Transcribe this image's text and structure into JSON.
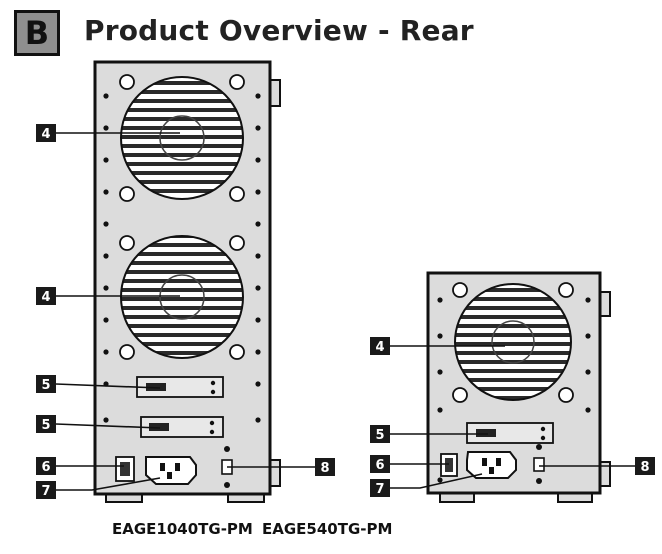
{
  "header": {
    "badge": "B",
    "title": "Product Overview - Rear"
  },
  "callouts": {
    "fan": "4",
    "interface_card": "5",
    "power_switch": "6",
    "power_socket": "7",
    "lock_slot": "8"
  },
  "models": {
    "large": "EAGE1040TG-PM",
    "small": "EAGE540TG-PM"
  },
  "colors": {
    "panel": "#dcdcdc",
    "outline": "#111111",
    "tag": "#1a1a1a",
    "badge": "#8f8f8f"
  }
}
